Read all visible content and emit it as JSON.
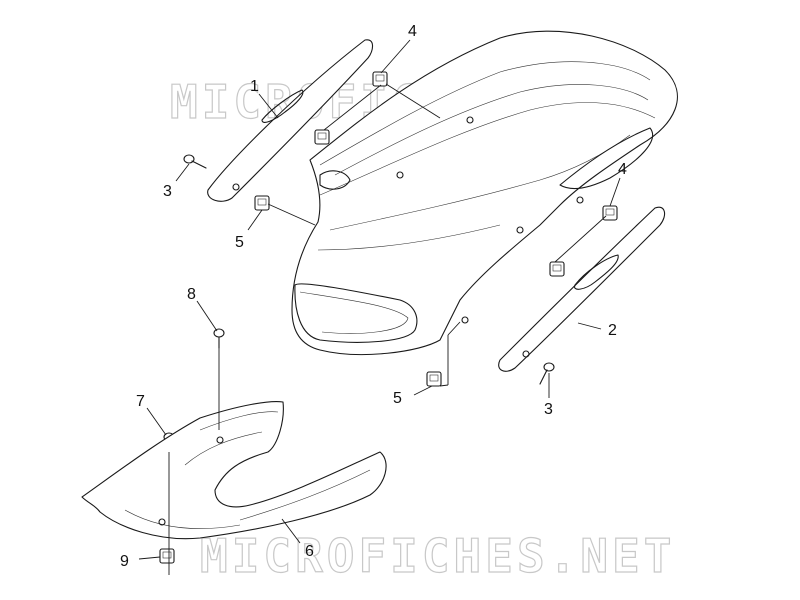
{
  "watermark": {
    "text_top": "MICROFICHES.NET",
    "text_bottom": "MICROFICHES.NET",
    "color": "#c8c8c8"
  },
  "callouts": {
    "c1": "1",
    "c2": "2",
    "c3a": "3",
    "c3b": "3",
    "c4a": "4",
    "c4b": "4",
    "c5a": "5",
    "c5b": "5",
    "c6": "6",
    "c7": "7",
    "c8": "8",
    "c9": "9"
  },
  "colors": {
    "line": "#1a1a1a",
    "background": "#ffffff"
  }
}
